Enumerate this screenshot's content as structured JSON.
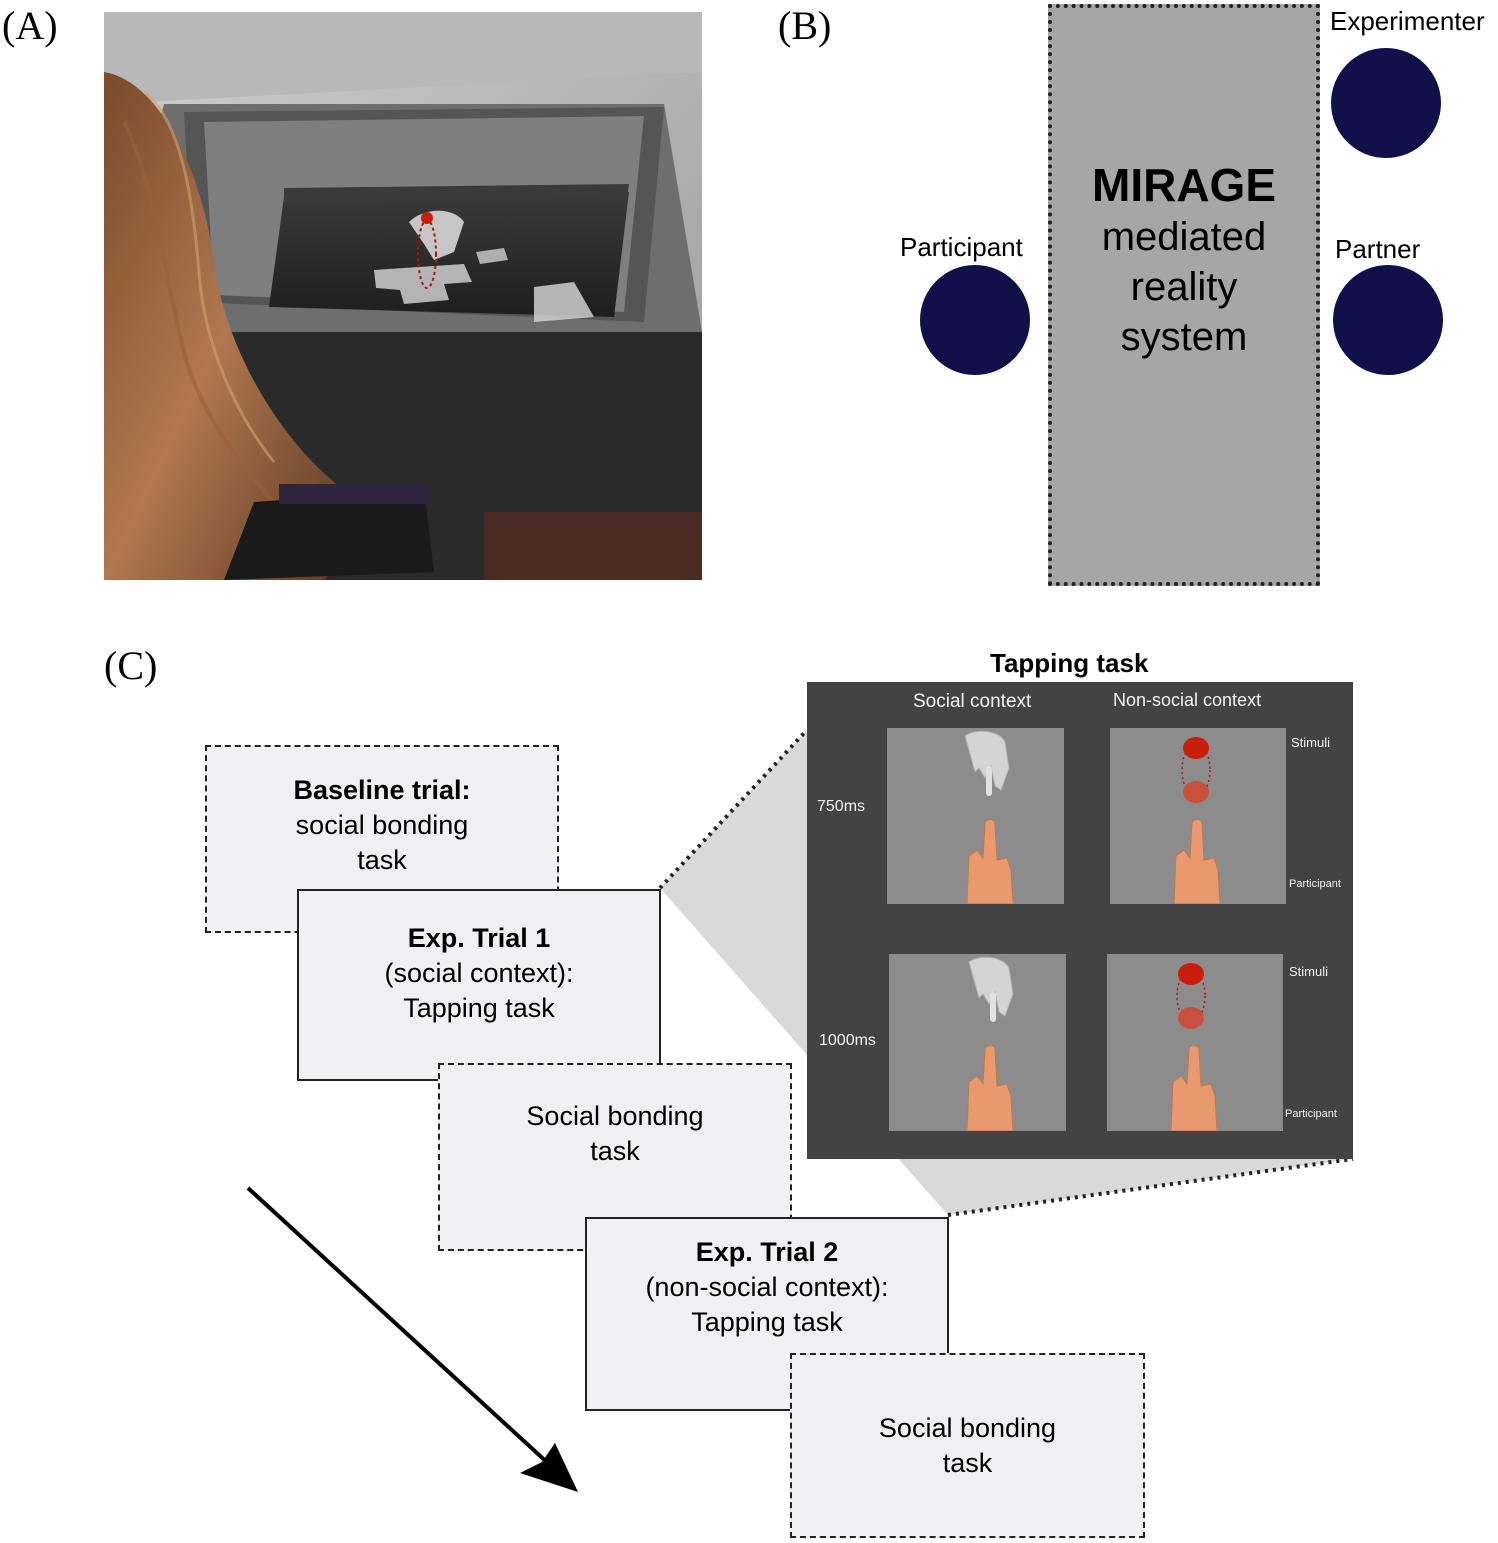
{
  "panels": {
    "a": "(A)",
    "b": "(B)",
    "c": "(C)"
  },
  "setup": {
    "system_title": "MIRAGE",
    "system_lines": [
      "mediated",
      "reality",
      "system"
    ],
    "participant": "Participant",
    "experimenter": "Experimenter",
    "partner": "Partner"
  },
  "timeline": {
    "baseline": {
      "title": "Baseline trial:",
      "lines": [
        "social bonding",
        "task"
      ]
    },
    "exp1": {
      "title": "Exp. Trial 1",
      "lines": [
        "(social context):",
        "Tapping task"
      ]
    },
    "bond1": {
      "lines": [
        "Social bonding",
        "task"
      ]
    },
    "exp2": {
      "title": "Exp. Trial 2",
      "lines": [
        "(non-social context):",
        "Tapping task"
      ]
    },
    "bond2": {
      "lines": [
        "Social bonding",
        "task"
      ]
    }
  },
  "tapping": {
    "title": "Tapping task",
    "col_social": "Social context",
    "col_nonsocial": "Non-social context",
    "row1_time": "750ms",
    "row2_time": "1000ms",
    "stimuli": "Stimuli",
    "participant": "Participant"
  },
  "colors": {
    "person_dot": "#10104a",
    "system_fill": "#a6a6a6",
    "stimulus_red": "#c81e0a",
    "stimulus_faded": "#c8503c"
  }
}
